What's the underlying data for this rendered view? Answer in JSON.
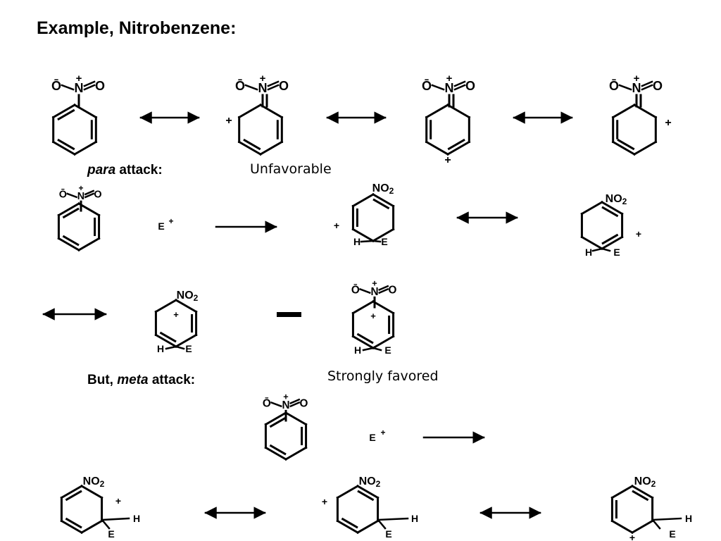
{
  "title": "Example, Nitrobenzene:",
  "para": {
    "italic": "para",
    "rest": " attack:",
    "note": "Unfavorable"
  },
  "meta": {
    "prefix": "But, ",
    "italic": "meta",
    "rest": " attack:",
    "note": "Strongly favored"
  },
  "labels": {
    "o_minus": "Ō",
    "n_plus": "N",
    "oxygen": "O",
    "plus": "+",
    "no2": "NO",
    "no2_sub": "2",
    "electrophile": "E",
    "h": "H"
  }
}
